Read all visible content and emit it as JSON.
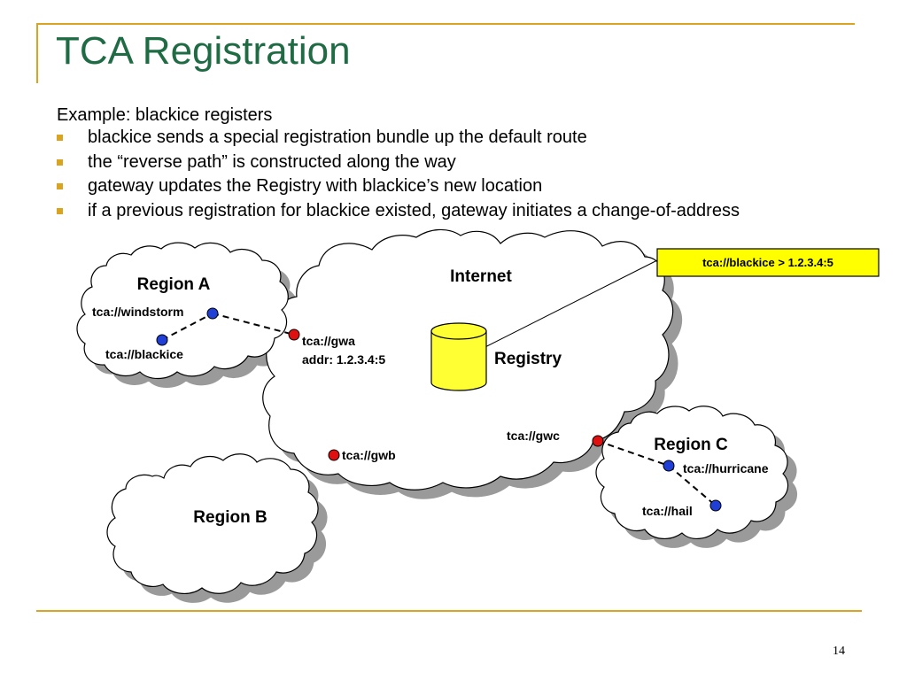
{
  "slide": {
    "title": "TCA Registration",
    "intro": "Example: blackice registers",
    "bullets": [
      "blackice sends a special registration bundle up the default route",
      "the “reverse path” is constructed along the way",
      "gateway updates the Registry with blackice’s new location",
      "if a previous registration for blackice existed, gateway initiates a change-of-address"
    ],
    "page_number": "14"
  },
  "diagram": {
    "internet_label": "Internet",
    "registry_label": "Registry",
    "callout": "tca://blackice > 1.2.3.4:5",
    "region_a": {
      "label": "Region A",
      "windstorm": "tca://windstorm",
      "blackice": "tca://blackice"
    },
    "region_b": {
      "label": "Region B"
    },
    "region_c": {
      "label": "Region C",
      "hurricane": "tca://hurricane",
      "hail": "tca://hail"
    },
    "gwa": {
      "label": "tca://gwa",
      "addr": "addr: 1.2.3.4:5"
    },
    "gwb": {
      "label": "tca://gwb"
    },
    "gwc": {
      "label": "tca://gwc"
    }
  },
  "colors": {
    "title": "#1e6b44",
    "accent": "#d9a520",
    "region_node": "#1f3fd6",
    "gateway_node": "#e01010",
    "registry_fill": "#ffff33",
    "callout_fill": "#ffff00"
  }
}
